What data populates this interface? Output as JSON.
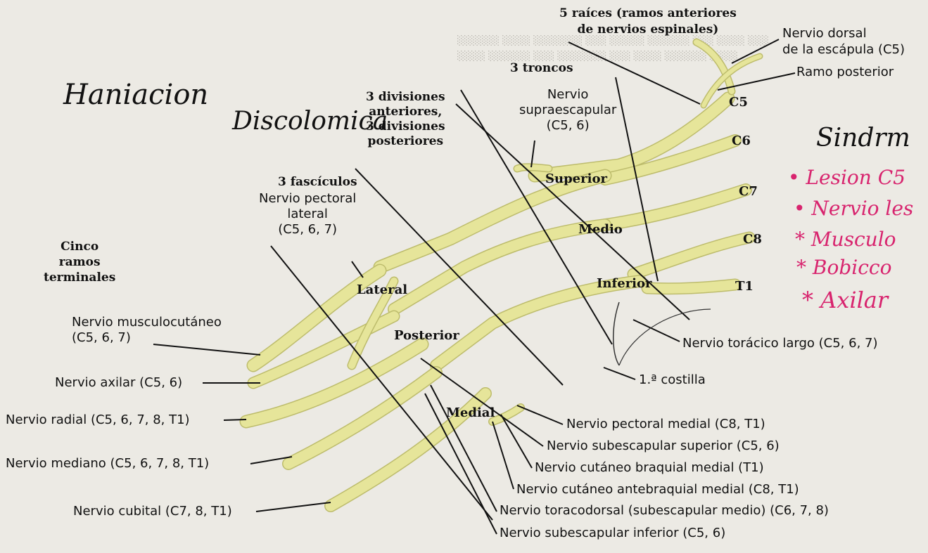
{
  "section_headers": {
    "roots": "5 raíces (ramos anteriores\nde nervios espinales)",
    "trunks": "3 troncos",
    "divisions": "3 divisiones\nanteriores,\n3 divisiones\nposteriores",
    "cords": "3 fascículos",
    "terminal": "Cinco\nramos\nterminales"
  },
  "roots": [
    "C5",
    "C6",
    "C7",
    "C8",
    "T1"
  ],
  "trunks": [
    "Superior",
    "Medio",
    "Inferior"
  ],
  "cords": [
    "Lateral",
    "Posterior",
    "Medial"
  ],
  "nerves": {
    "dorsal_scapular": "Nervio dorsal\nde la escápula (C5)",
    "ramo_posterior": "Ramo posterior",
    "suprascapular": "Nervio\nsupraescapular\n(C5, 6)",
    "pectoral_lateral": "Nervio pectoral\nlateral\n(C5, 6, 7)",
    "musculocutaneo": "Nervio musculocutáneo\n(C5, 6, 7)",
    "axilar": "Nervio axilar (C5, 6)",
    "radial": "Nervio radial (C5, 6, 7, 8, T1)",
    "mediano": "Nervio mediano (C5, 6, 7, 8, T1)",
    "cubital": "Nervio cubital (C7, 8, T1)",
    "toracico_largo": "Nervio torácico largo (C5, 6, 7)",
    "costilla": "1.ª costilla",
    "pectoral_medial": "Nervio pectoral medial (C8, T1)",
    "subescapular_superior": "Nervio subescapular superior (C5, 6)",
    "cutaneo_braquial": "Nervio cutáneo braquial medial (T1)",
    "cutaneo_antebraquial": "Nervio cutáneo antebraquial medial (C8, T1)",
    "toracodorsal": "Nervio toracodorsal (subescapular medio) (C6, 7, 8)",
    "subescapular_inferior": "Nervio subescapular inferior (C5, 6)"
  },
  "handwritten": {
    "note1": "Haniacion",
    "note2": "Discolomica",
    "syndrome": "Sindrm",
    "list": [
      "• Lesion C5",
      "• Nervio les",
      "* Musculo",
      "* Bobicco",
      "* Axilar"
    ]
  },
  "colors": {
    "nerve": "#e6e59a",
    "nerve_edge": "#bdbc6c",
    "ink": "#111111",
    "pink": "#d8246e"
  }
}
